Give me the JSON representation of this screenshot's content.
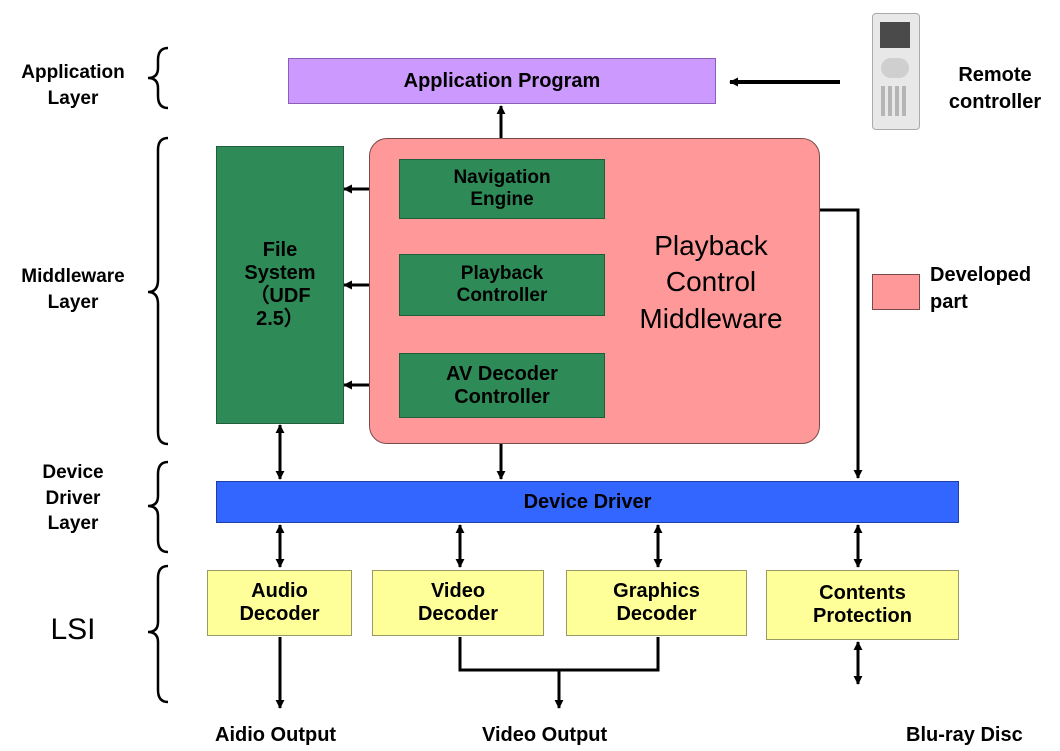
{
  "layers": {
    "application": "Application\nLayer",
    "middleware": "Middleware\nLayer",
    "device_driver": "Device\nDriver\nLayer",
    "lsi": "LSI"
  },
  "boxes": {
    "application_program": "Application Program",
    "file_system": "File\nSystem\n（UDF\n2.5）",
    "navigation_engine": "Navigation\nEngine",
    "playback_controller": "Playback\nController",
    "av_decoder_controller": "AV Decoder\nController",
    "playback_middleware": "Playback\nControl\nMiddleware",
    "device_driver": "Device Driver",
    "audio_decoder": "Audio\nDecoder",
    "video_decoder": "Video\nDecoder",
    "graphics_decoder": "Graphics\nDecoder",
    "contents_protection": "Contents\nProtection"
  },
  "labels": {
    "remote_controller": "Remote\ncontroller",
    "developed_part": "Developed\npart"
  },
  "outputs": {
    "audio": "Aidio Output",
    "video": "Video Output",
    "disc": "Blu-ray Disc"
  },
  "colors": {
    "application": "#cc99ff",
    "middleware_highlight": "#ff9999",
    "green": "#2e8b57",
    "device_driver": "#3366ff",
    "lsi": "#ffff99"
  }
}
